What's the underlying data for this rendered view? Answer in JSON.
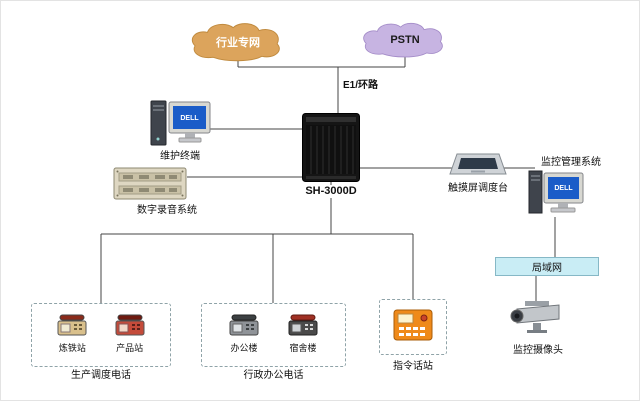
{
  "clouds": {
    "industry": "行业专网",
    "pstn": "PSTN"
  },
  "link_label": "E1/环路",
  "nodes": {
    "maintenance": {
      "label": "维护终端",
      "screen": "DELL"
    },
    "recorder": {
      "label": "数字录音系统"
    },
    "pbx": {
      "label": "SH-3000D"
    },
    "console": {
      "label": "触摸屏调度台"
    },
    "monitor": {
      "label": "监控管理系统",
      "screen": "DELL"
    },
    "lan": {
      "label": "局域网"
    },
    "camera": {
      "label": "监控摄像头"
    },
    "command": {
      "label": "指令话站"
    }
  },
  "groups": {
    "production": {
      "caption": "生产调度电话",
      "items": [
        {
          "label": "炼铁站"
        },
        {
          "label": "产品站"
        }
      ]
    },
    "admin": {
      "caption": "行政办公电话",
      "items": [
        {
          "label": "办公楼"
        },
        {
          "label": "宿舍楼"
        }
      ]
    }
  },
  "icons": {
    "industry-cloud": "cloud",
    "pstn-cloud": "cloud",
    "maintenance-terminal-icon": "desktop-computer",
    "recorder-rack-icon": "rack-unit",
    "pbx-cabinet-icon": "server-cabinet",
    "touch-console-icon": "touch-console",
    "monitor-computer-icon": "desktop-computer",
    "cctv-camera-icon": "cctv-camera",
    "telephone-icon": "telephone",
    "command-station-icon": "command-phone"
  },
  "colors": {
    "cloud_industry": "#dca45c",
    "cloud_pstn": "#c7b4e2",
    "lan_fill": "#c9edf5",
    "server_body": "#151515",
    "command_station": "#ef8a1a",
    "screen_blue": "#1b5cc8",
    "line": "#444444"
  }
}
